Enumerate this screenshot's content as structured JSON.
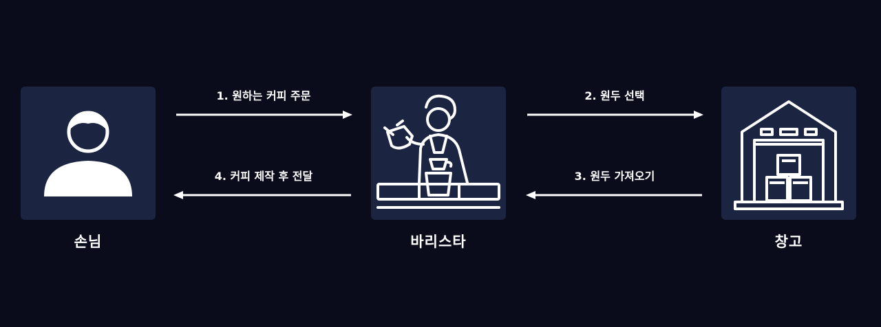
{
  "nodes": {
    "customer": {
      "label": "손님"
    },
    "barista": {
      "label": "바리스타"
    },
    "warehouse": {
      "label": "창고"
    }
  },
  "steps": [
    {
      "label": "1. 원하는 커피 주문",
      "from": "customer",
      "to": "barista"
    },
    {
      "label": "2. 원두 선택",
      "from": "barista",
      "to": "warehouse"
    },
    {
      "label": "3. 원두 가져오기",
      "from": "warehouse",
      "to": "barista"
    },
    {
      "label": "4. 커피 제작 후 전달",
      "from": "barista",
      "to": "customer"
    }
  ],
  "colors": {
    "background": "#0a0c1c",
    "card": "#1b2440",
    "foreground": "#ffffff"
  }
}
